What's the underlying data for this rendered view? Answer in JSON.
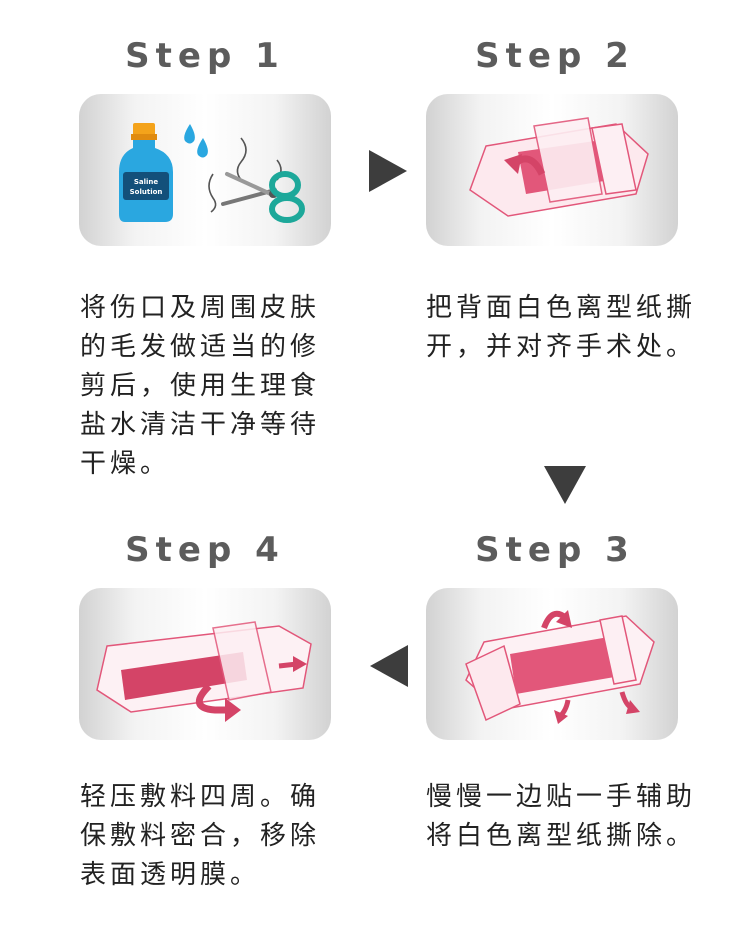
{
  "steps": [
    {
      "title": "Step 1",
      "text": "将伤口及周围皮肤的毛发做适当的修剪后，使用生理食盐水清洁干净等待干燥。",
      "bottle_label_1": "Saline",
      "bottle_label_2": "Solution"
    },
    {
      "title": "Step 2",
      "text": "把背面白色离型纸撕开，并对齐手术处。"
    },
    {
      "title": "Step 3",
      "text": "慢慢一边贴一手辅助将白色离型纸撕除。"
    },
    {
      "title": "Step 4",
      "text": "轻压敷料四周。确保敷料密合，移除表面透明膜。"
    }
  ],
  "colors": {
    "title": "#5c5c5c",
    "text": "#222222",
    "arrow": "#3d3d3d",
    "accent": "#e2577a",
    "dark_accent": "#d44467",
    "bottle": "#2aa7e0",
    "cap": "#f4a31b",
    "scissors": "#1da89a"
  },
  "icons": [
    "saline-bottle-icon",
    "water-drop-icon",
    "scissors-icon",
    "play-arrow-icon"
  ]
}
